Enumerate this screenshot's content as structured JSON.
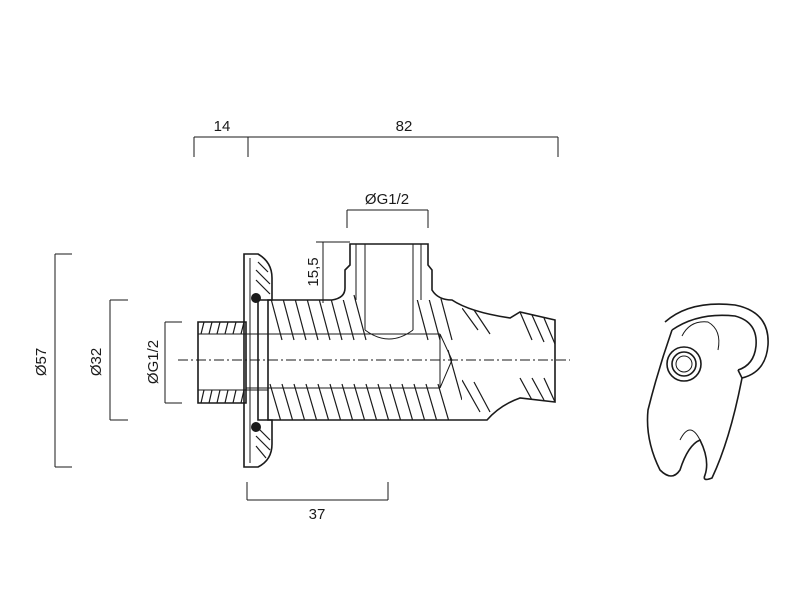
{
  "dimensions": {
    "top_left": "14",
    "top_right": "82",
    "outlet_diameter": "ØG1/2",
    "outlet_height": "15,5",
    "flange_diameter": "Ø57",
    "body_diameter": "Ø32",
    "inlet_diameter": "ØG1/2",
    "insert_length": "37"
  },
  "colors": {
    "line": "#1a1a1a",
    "background": "#ffffff"
  }
}
